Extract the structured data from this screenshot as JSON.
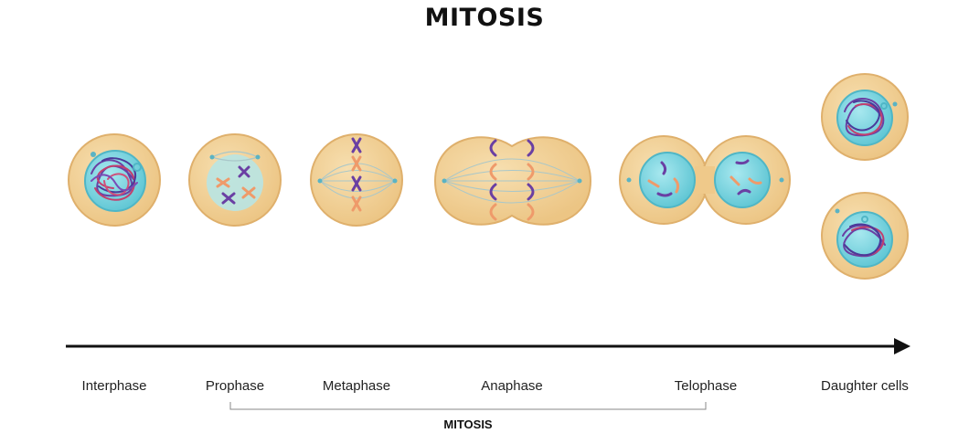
{
  "title": "MITOSIS",
  "stages": [
    {
      "id": "interphase",
      "label": "Interphase"
    },
    {
      "id": "prophase",
      "label": "Prophase"
    },
    {
      "id": "metaphase",
      "label": "Metaphase"
    },
    {
      "id": "anaphase",
      "label": "Anaphase"
    },
    {
      "id": "telophase",
      "label": "Telophase"
    },
    {
      "id": "daughter",
      "label": "Daughter cells"
    }
  ],
  "bracket_label": "MITOSIS",
  "colors": {
    "cytoplasm": "#f1cf95",
    "cell_edge": "#e2b673",
    "nucleus": "#7fd7e2",
    "nucleus_edge": "#57bccb",
    "chromosome_purple": "#6a3fa3",
    "chromosome_orange": "#ef9a6a",
    "spindle": "#a9c7c9",
    "arrow": "#111111"
  }
}
